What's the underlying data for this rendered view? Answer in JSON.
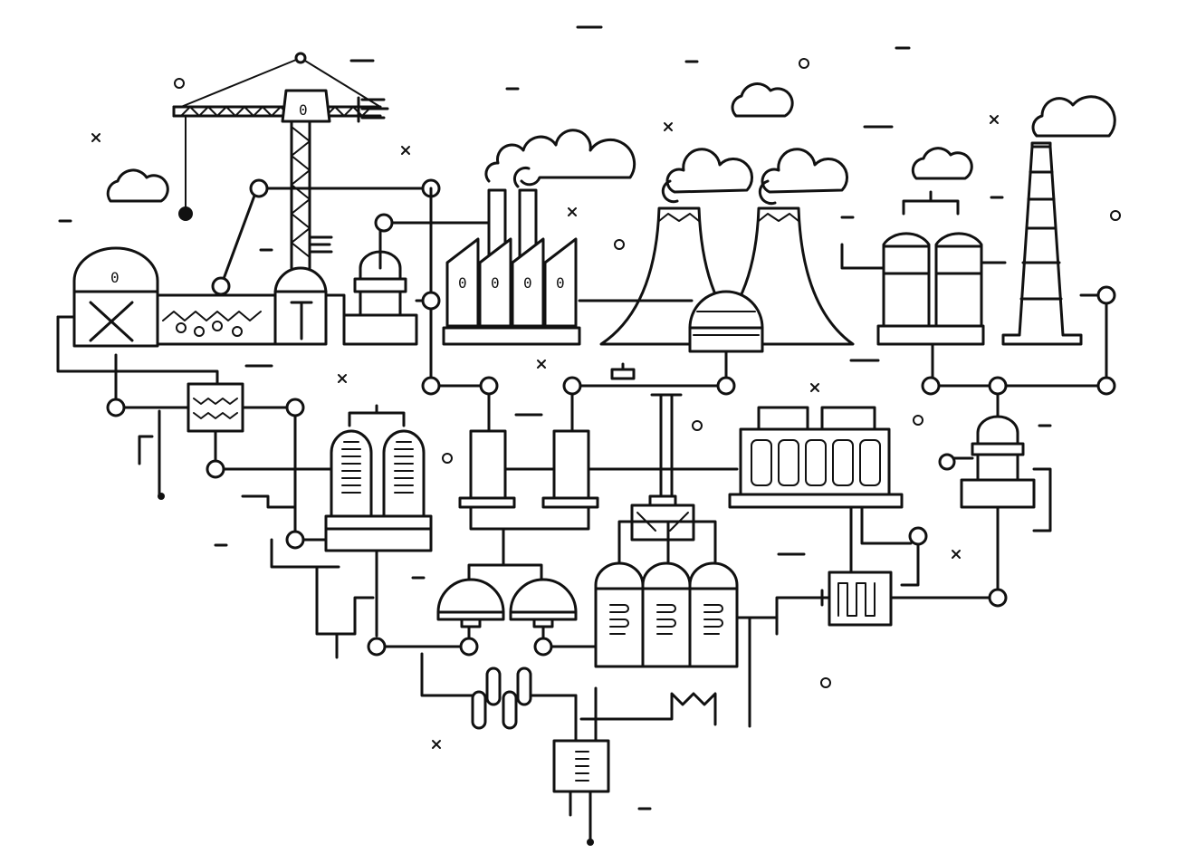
{
  "palette": {
    "line": "#111111",
    "background": "#ffffff"
  },
  "labels": {
    "crane_cab": "0",
    "dome_building": "0",
    "factory_windows": [
      "0",
      "0",
      "0",
      "0"
    ]
  },
  "icons": [
    "crane-icon",
    "factory-icon",
    "cooling-tower-icon",
    "chimney-icon",
    "cloud-icon",
    "tank-icon",
    "heat-exchanger-icon",
    "pipe-joint-icon"
  ]
}
